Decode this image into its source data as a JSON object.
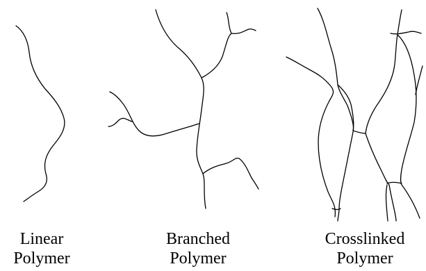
{
  "diagrams": [
    {
      "id": "linear",
      "label_line1": "Linear",
      "label_line2": "Polymer"
    },
    {
      "id": "branched",
      "label_line1": "Branched",
      "label_line2": "Polymer"
    },
    {
      "id": "crosslinked",
      "label_line1": "Crosslinked",
      "label_line2": "Polymer"
    }
  ],
  "colors": {
    "stroke": "#000000",
    "background": "#ffffff"
  }
}
